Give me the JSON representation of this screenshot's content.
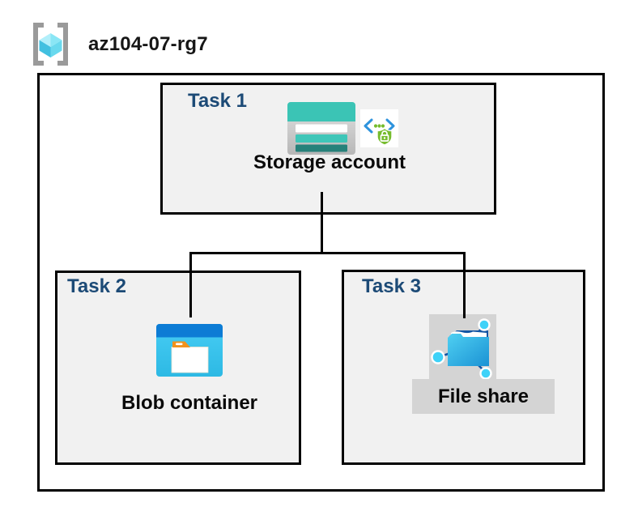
{
  "header": {
    "resource_group_name": "az104-07-rg7",
    "icon": "resource-group-icon"
  },
  "tasks": [
    {
      "label": "Task 1",
      "item": "Storage account",
      "icons": [
        "storage-account-icon",
        "sas-shield-icon"
      ]
    },
    {
      "label": "Task 2",
      "item": "Blob container",
      "icons": [
        "blob-container-icon"
      ]
    },
    {
      "label": "Task 3",
      "item": "File share",
      "icons": [
        "file-share-icon"
      ]
    }
  ],
  "connections": [
    {
      "from": "Storage account",
      "to": "Blob container"
    },
    {
      "from": "Storage account",
      "to": "File share"
    }
  ],
  "colors": {
    "task_label_blue": "#1c4a76",
    "box_fill_gray": "#f1f1f1",
    "highlight_plate_gray": "#d4d4d4",
    "storage_teal": "#3bc4b5",
    "storage_dark_teal": "#26817a",
    "blob_blue": "#0d7cd5",
    "blob_cyan": "#41c9f1",
    "folder_tab_orange": "#f2921d",
    "sas_green": "#76bc2d",
    "sas_bracket_blue": "#2e93dd",
    "fileshare_navy": "#1355a4",
    "fileshare_node_cyan": "#3ed2f8",
    "rg_bracket_gray": "#9a9a9a",
    "rg_cube_cyan": "#8ae6f5",
    "connector_black": "#000000"
  }
}
